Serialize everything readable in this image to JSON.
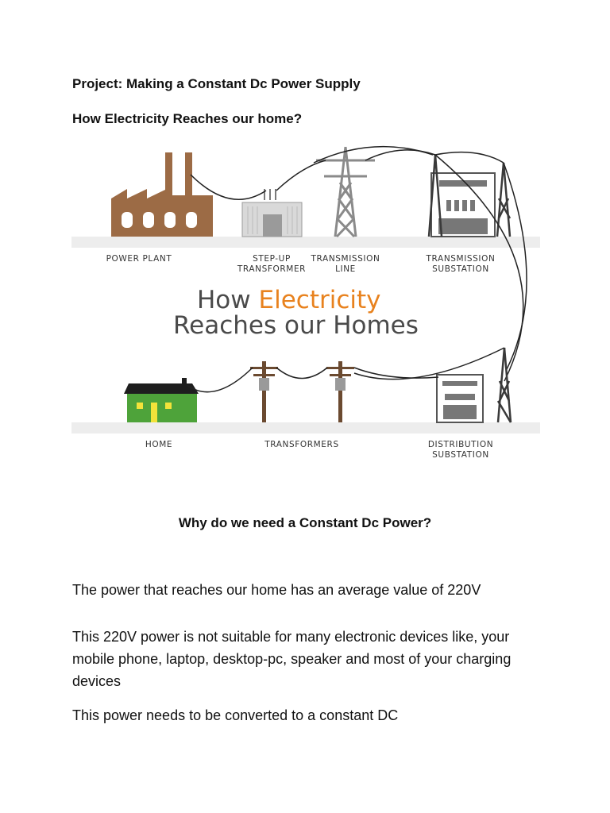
{
  "document": {
    "title": "Project: Making a Constant Dc Power Supply",
    "subtitle": "How Electricity Reaches our home?",
    "section_heading": "Why do we need a Constant Dc Power?",
    "paragraphs": [
      "The power that reaches our home has an average value of 220V",
      "This 220V power is not suitable for many electronic devices like, your mobile phone, laptop, desktop-pc, speaker and most of your charging devices",
      "This power needs to be converted to a constant DC"
    ]
  },
  "figure": {
    "heading_line1_a": "How ",
    "heading_line1_b": "Electricity",
    "heading_line2": "Reaches our Homes",
    "labels": {
      "power_plant": "POWER PLANT",
      "step_up_1": "STEP-UP",
      "step_up_2": "TRANSFORMER",
      "transmission_line_1": "TRANSMISSION",
      "transmission_line_2": "LINE",
      "transmission_substation_1": "TRANSMISSION",
      "transmission_substation_2": "SUBSTATION",
      "home": "HOME",
      "transformers": "TRANSFORMERS",
      "distribution_substation_1": "DISTRIBUTION",
      "distribution_substation_2": "SUBSTATION"
    },
    "colors": {
      "factory": "#9c6b45",
      "house": "#4ea33a",
      "accent": "#e8821e",
      "pole": "#6b4a30"
    }
  }
}
